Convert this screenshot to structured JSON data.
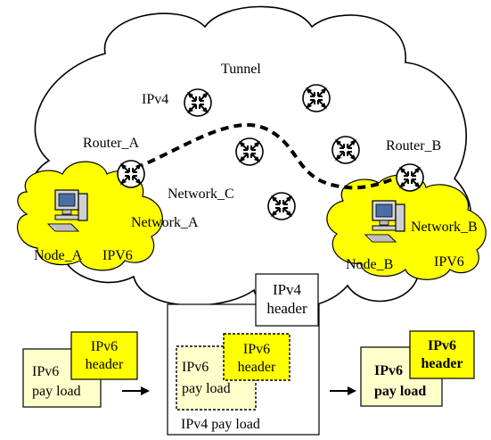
{
  "labels": {
    "tunnel": "Tunnel",
    "ipv4": "IPv4",
    "router_a": "Router_A",
    "router_b": "Router_B",
    "network_c": "Network_C",
    "network_a": "Network_A",
    "network_b": "Network_B",
    "node_a": "Node_A",
    "ipv6_a": "IPV6",
    "node_b": "Node_B",
    "ipv6_b": "IPV6"
  },
  "packets": {
    "ipv4_header_line1": "IPv4",
    "ipv4_header_line2": "header",
    "left": {
      "header_line1": "IPv6",
      "header_line2": "header",
      "payload_line1": "IPv6",
      "payload_line2": "pay load"
    },
    "middle": {
      "header_line1": "IPv6",
      "header_line2": "header",
      "payload_line1": "IPv6",
      "payload_line2": "pay load",
      "outer_payload": "IPv4 pay load"
    },
    "right": {
      "header_line1": "IPv6",
      "header_line2": "header",
      "payload_line1": "IPv6",
      "payload_line2": "pay load"
    }
  },
  "colors": {
    "ipv6_network_fill": "#ffff00",
    "packet_payload_fill": "#ffffcc",
    "packet_header_fill": "#ffff00",
    "outline": "#000000",
    "background": "#ffffff"
  }
}
